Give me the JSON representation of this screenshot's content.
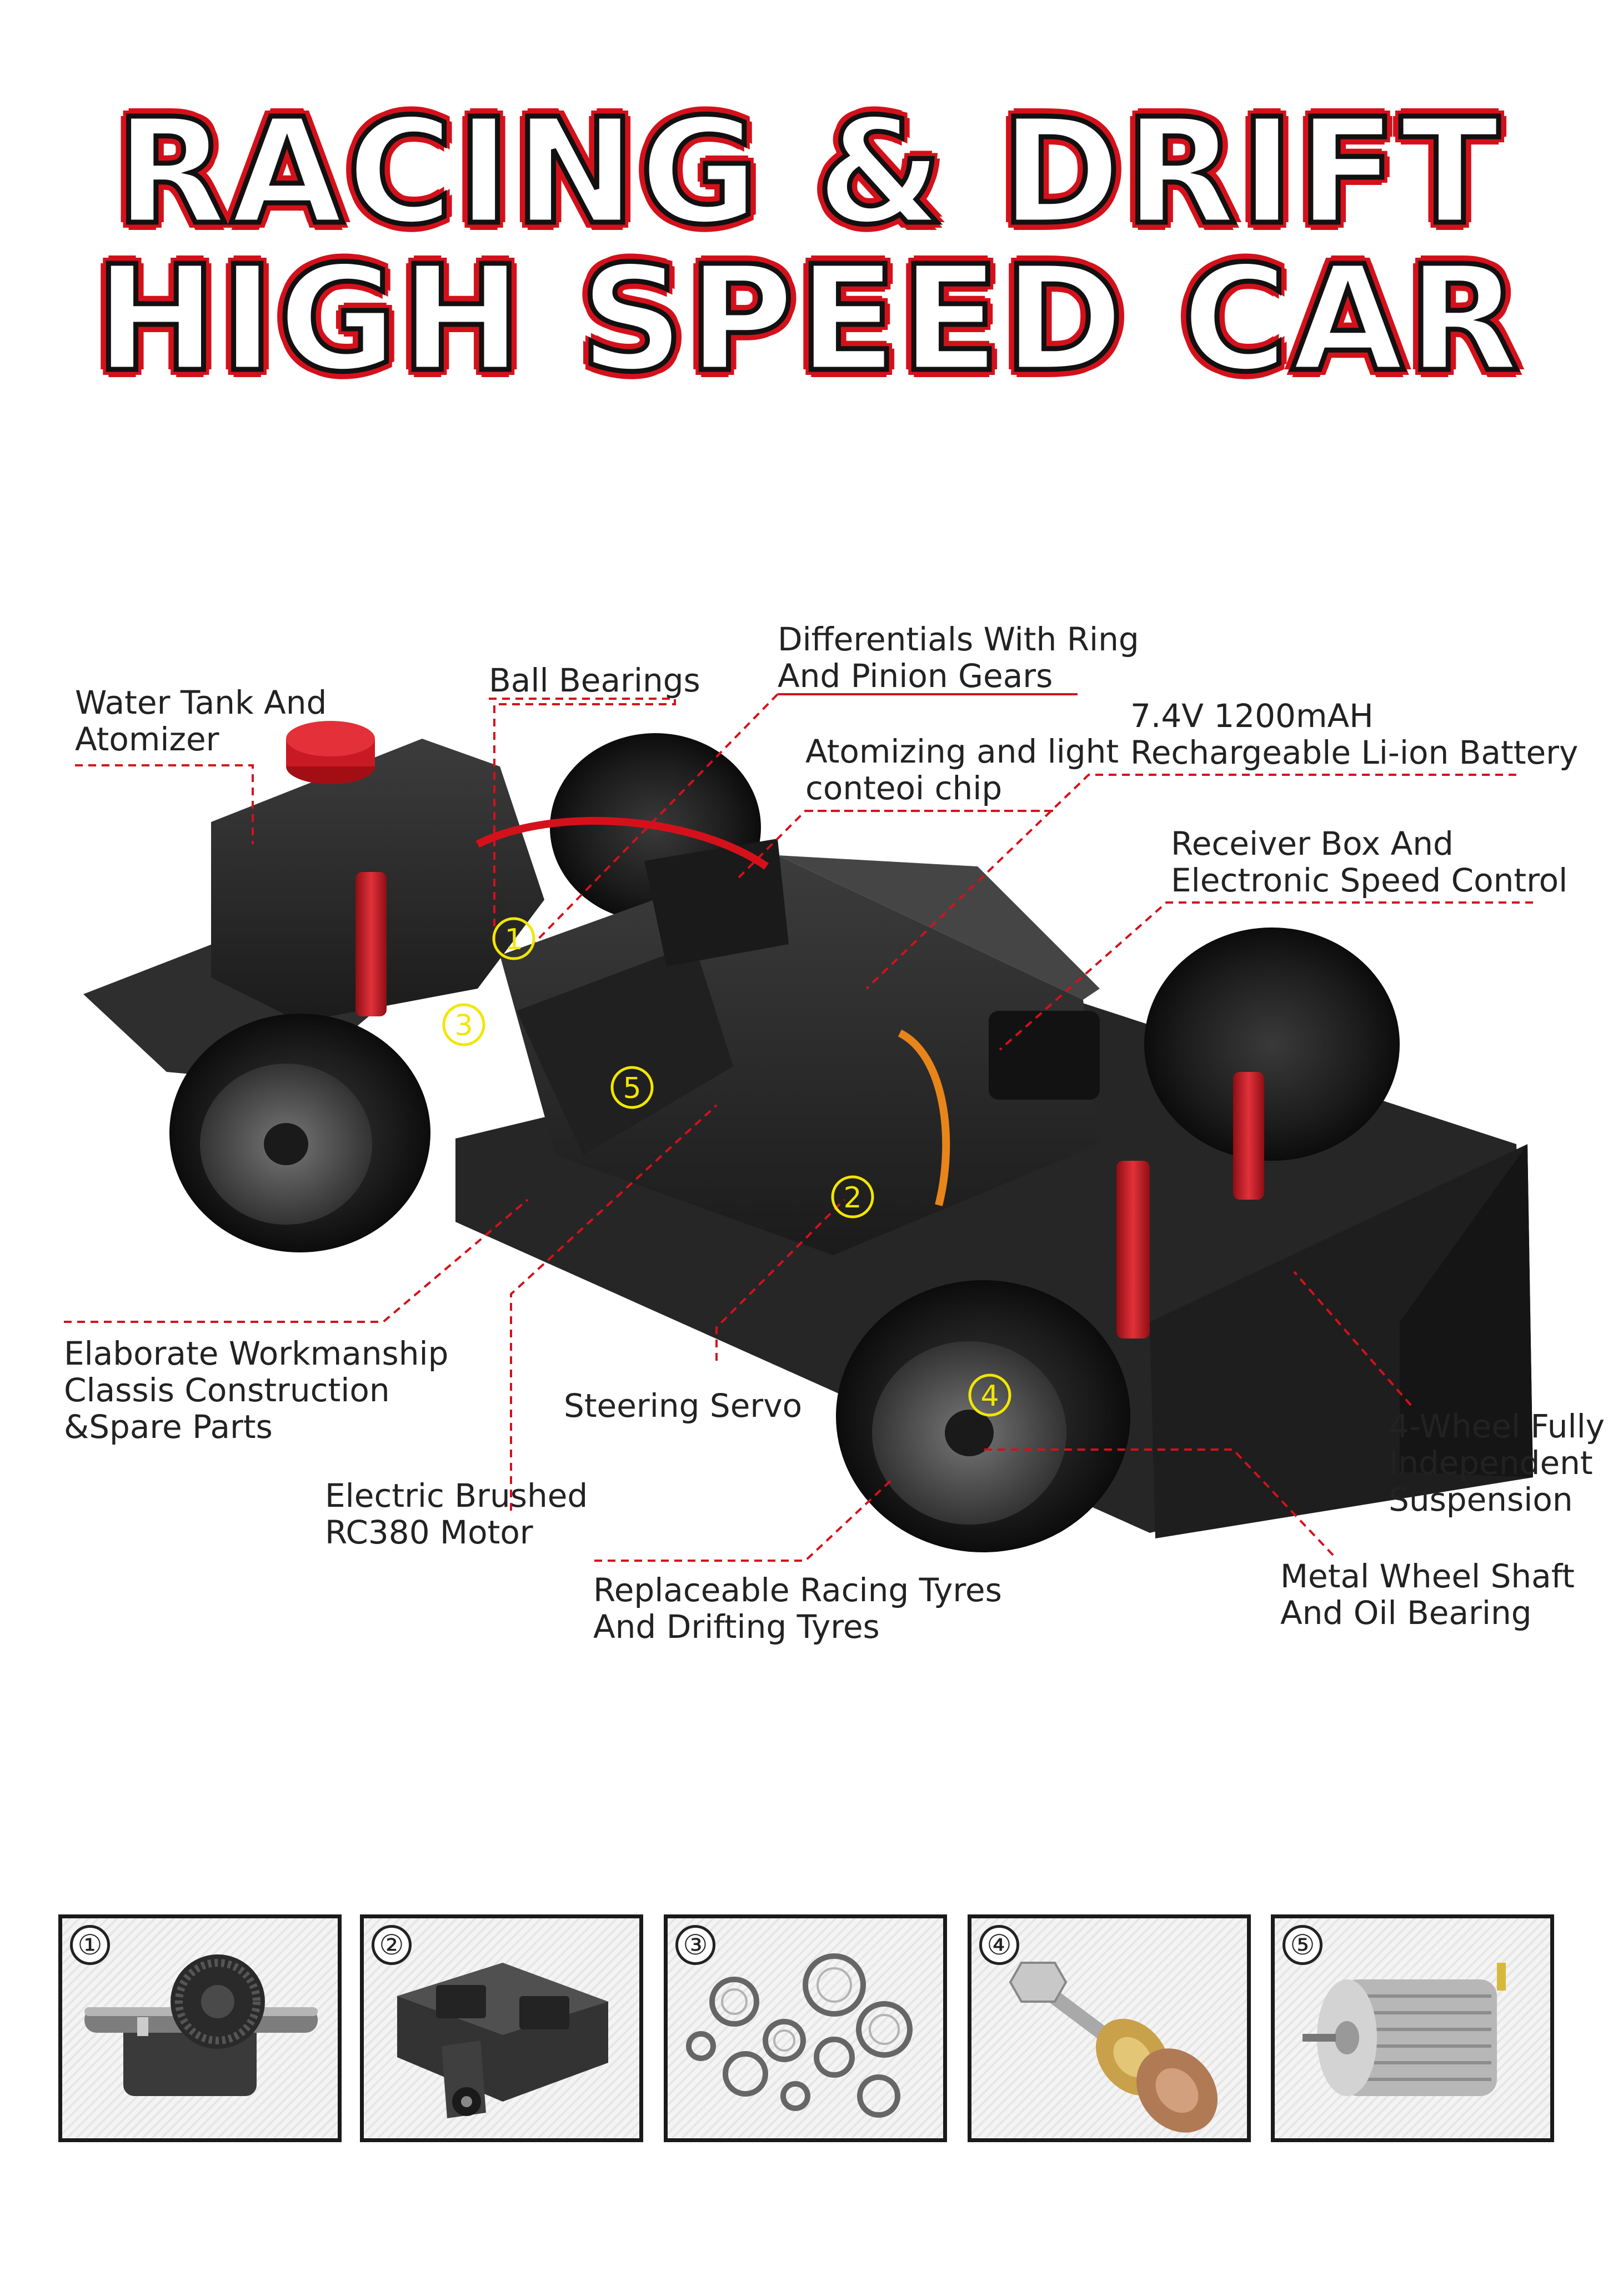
{
  "title": {
    "line1": "RACING & DRIFT",
    "line2": "HIGH SPEED CAR"
  },
  "labels": {
    "water_tank": [
      "Water Tank And",
      "Atomizer"
    ],
    "ball_bearings": [
      "Ball Bearings"
    ],
    "differentials": [
      "Differentials With Ring",
      "And Pinion Gears"
    ],
    "battery": [
      "7.4V 1200mAH",
      "Rechargeable Li-ion Battery"
    ],
    "atomizing_chip": [
      "Atomizing and light",
      "conteoi chip"
    ],
    "receiver_box": [
      "Receiver Box And",
      "Electronic Speed Control"
    ],
    "workmanship": [
      "Elaborate Workmanship",
      "Classis Construction",
      "&Spare Parts"
    ],
    "steering_servo": [
      "Steering Servo"
    ],
    "suspension": [
      "4-Wheel Fully",
      "Independent",
      "Suspension"
    ],
    "motor": [
      "Electric Brushed",
      "RC380 Motor"
    ],
    "tyres": [
      "Replaceable Racing Tyres",
      "And Drifting Tyres"
    ],
    "wheel_shaft": [
      "Metal Wheel Shaft",
      "And Oil Bearing"
    ]
  },
  "markers": [
    "①",
    "②",
    "③",
    "④",
    "⑤"
  ],
  "thumbnails": [
    {
      "number": "①",
      "icon": "differential-gear-icon"
    },
    {
      "number": "②",
      "icon": "steering-servo-icon"
    },
    {
      "number": "③",
      "icon": "ball-bearings-icon"
    },
    {
      "number": "④",
      "icon": "wheel-shaft-icon"
    },
    {
      "number": "⑤",
      "icon": "brushed-motor-icon"
    }
  ],
  "colors": {
    "title_fill": "#ffffff",
    "title_outline": "#d4111b",
    "leader_line": "#d4111b",
    "marker": "#f2e600",
    "chassis": "#2b2b2b",
    "shock_red": "#c81a22"
  }
}
